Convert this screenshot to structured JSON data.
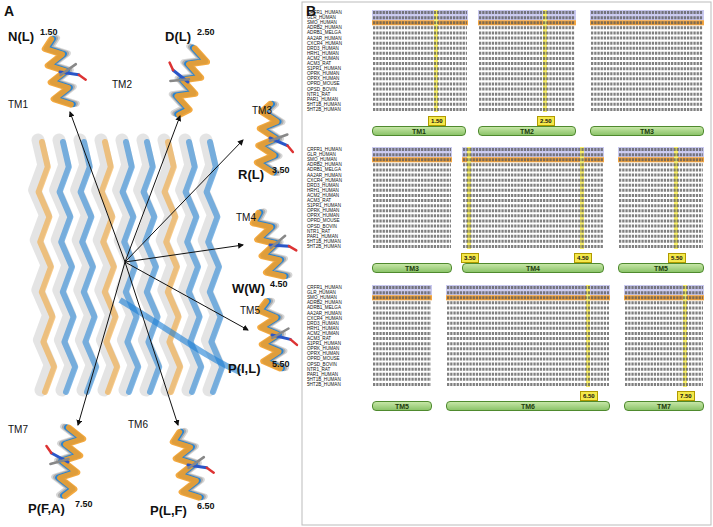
{
  "diagram": {
    "nodes": [
      {
        "text": [
          "TM1"
        ]
      },
      {
        "text": [
          "TM2"
        ]
      },
      {
        "text": [
          "TM3"
        ]
      },
      {
        "text": [
          "TM3"
        ]
      },
      {
        "text": [
          "TM4"
        ]
      },
      {
        "text": [
          "TM5"
        ]
      },
      {
        "text": [
          "TM5"
        ]
      },
      {
        "text": [
          "TM6"
        ]
      },
      {
        "text": [
          "TM7"
        ]
      }
    ],
    "labels": [
      "A",
      "N(L)",
      "1.50",
      "D(L)",
      "2.50",
      "TM1",
      "TM2",
      "TM3",
      "R(L)",
      "3.50",
      "TM4",
      "W(W)",
      "4.50",
      "TM5",
      "P(I,L)",
      "5.50",
      "TM7",
      "P(F,A)",
      "7.50",
      "TM6",
      "P(L,F)",
      "6.50",
      "B",
      "CRFR1_HUMAN",
      "GLR_HUMAN",
      "SMO_HUMAN",
      "ADRB2_HUMAN",
      "ADRB1_MELGA",
      "AA2AR_HUMAN",
      "CXCR4_HUMAN",
      "DRD3_HUMAN",
      "HRH1_HUMAN",
      "ACM2_HUMAN",
      "ACM3_RAT",
      "S1PR1_HUMAN",
      "OPRK_HUMAN",
      "OPRX_HUMAN",
      "OPRD_MOUSE",
      "OPSD_BOVIN",
      "NTR1_RAT",
      "PAR1_HUMAN",
      "5HT1B_HUMAN",
      "5HT2B_HUMAN",
      "CRFR1_HUMAN",
      "GLR_HUMAN",
      "SMO_HUMAN",
      "ADRB2_HUMAN",
      "ADRB1_MELGA",
      "AA2AR_HUMAN",
      "CXCR4_HUMAN",
      "DRD3_HUMAN",
      "HRH1_HUMAN",
      "ACM2_HUMAN",
      "ACM3_RAT",
      "S1PR1_HUMAN",
      "OPRK_HUMAN",
      "OPRX_HUMAN",
      "OPRD_MOUSE",
      "OPSD_BOVIN",
      "NTR1_RAT",
      "PAR1_HUMAN",
      "5HT1B_HUMAN",
      "5HT2B_HUMAN",
      "CRFR1_HUMAN",
      "GLR_HUMAN",
      "SMO_HUMAN",
      "ADRB2_HUMAN",
      "ADRB1_MELGA",
      "AA2AR_HUMAN",
      "CXCR4_HUMAN",
      "DRD3_HUMAN",
      "HRH1_HUMAN",
      "ACM2_HUMAN",
      "ACM3_RAT",
      "S1PR1_HUMAN",
      "OPRK_HUMAN",
      "OPRX_HUMAN",
      "OPRD_MOUSE",
      "OPSD_BOVIN",
      "NTR1_RAT",
      "PAR1_HUMAN",
      "5HT1B_HUMAN",
      "5HT2B_HUMAN",
      "1.50",
      "2.50",
      "3.50",
      "4.50",
      "5.50",
      "6.50",
      "7.50"
    ]
  }
}
